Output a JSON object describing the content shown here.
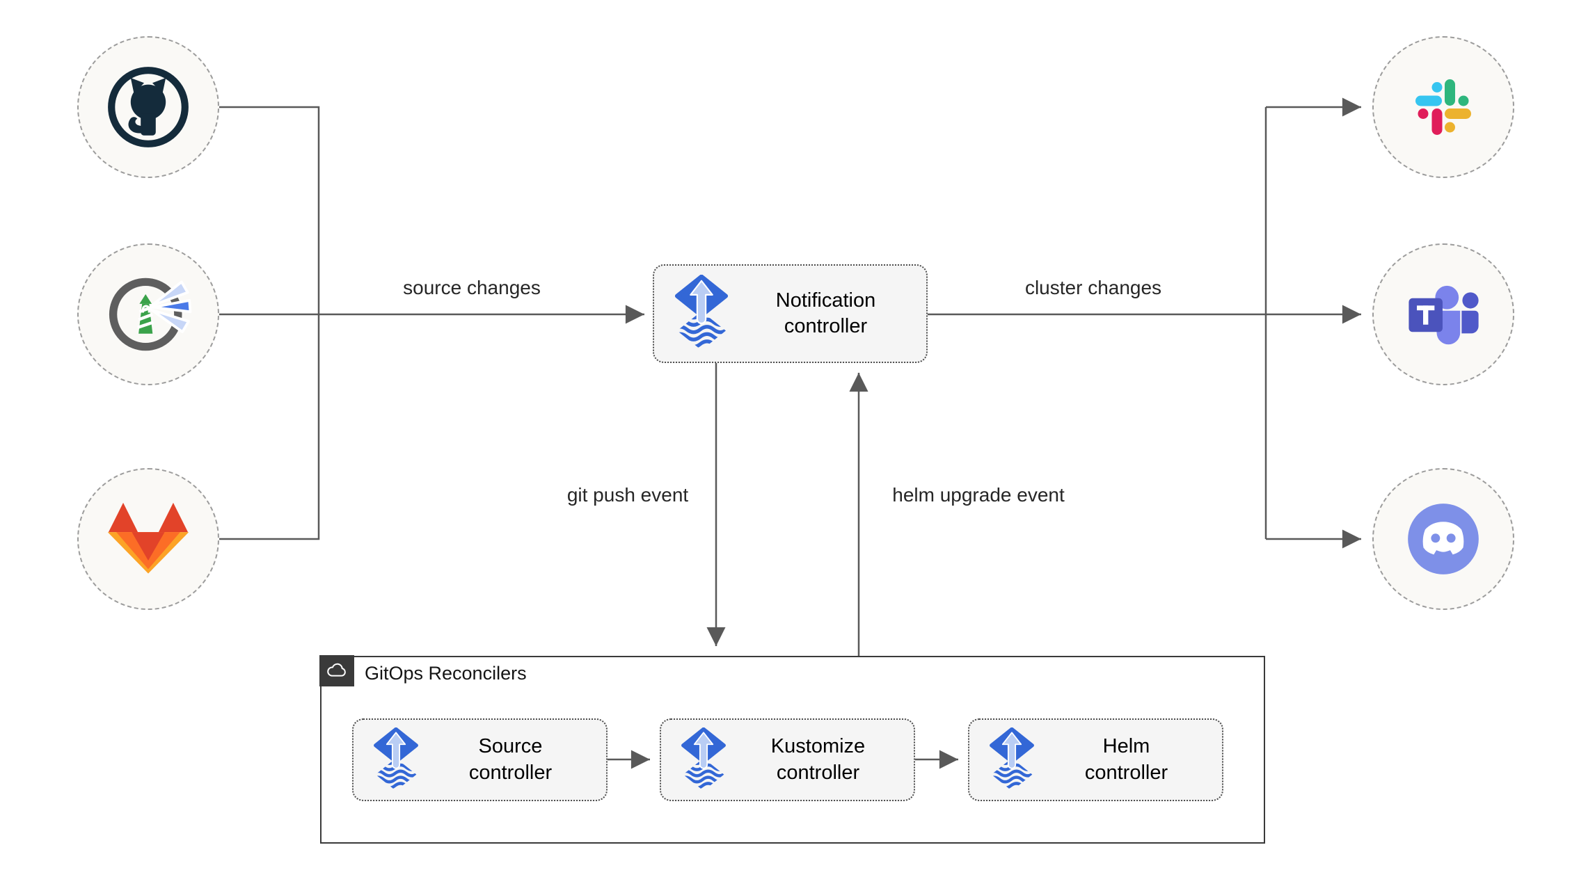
{
  "nodes": {
    "notification": {
      "line1": "Notification",
      "line2": "controller"
    },
    "source": {
      "line1": "Source",
      "line2": "controller"
    },
    "kustomize": {
      "line1": "Kustomize",
      "line2": "controller"
    },
    "helm": {
      "line1": "Helm",
      "line2": "controller"
    }
  },
  "container": {
    "label": "GitOps Reconcilers"
  },
  "edges": {
    "source_changes": "source changes",
    "cluster_changes": "cluster changes",
    "git_push": "git push event",
    "helm_upgrade": "helm upgrade event"
  },
  "icons": {
    "left": [
      "github-icon",
      "harbor-icon",
      "gitlab-icon"
    ],
    "right": [
      "slack-icon",
      "teams-icon",
      "discord-icon"
    ],
    "controller": "flux-icon",
    "container_badge": "cloud-icon"
  },
  "colors": {
    "flux_blue": "#3367d6",
    "flux_light_arrow": "#b9cdf4",
    "connector_gray": "#595959",
    "node_fill": "#f5f5f5",
    "circle_fill": "#faf9f6",
    "container_border": "#3a3a3a",
    "github_navy": "#142b3b",
    "harbor_green": "#3aa24a",
    "harbor_ring": "#5e5e5e",
    "gitlab": [
      "#e24329",
      "#fc6d26",
      "#fca326"
    ],
    "slack": [
      "#36C5F0",
      "#2EB67D",
      "#E01E5A",
      "#ECB22E"
    ],
    "teams": [
      "#4b53bc",
      "#7b83eb",
      "#5059c9"
    ],
    "discord": "#7e90e8"
  }
}
